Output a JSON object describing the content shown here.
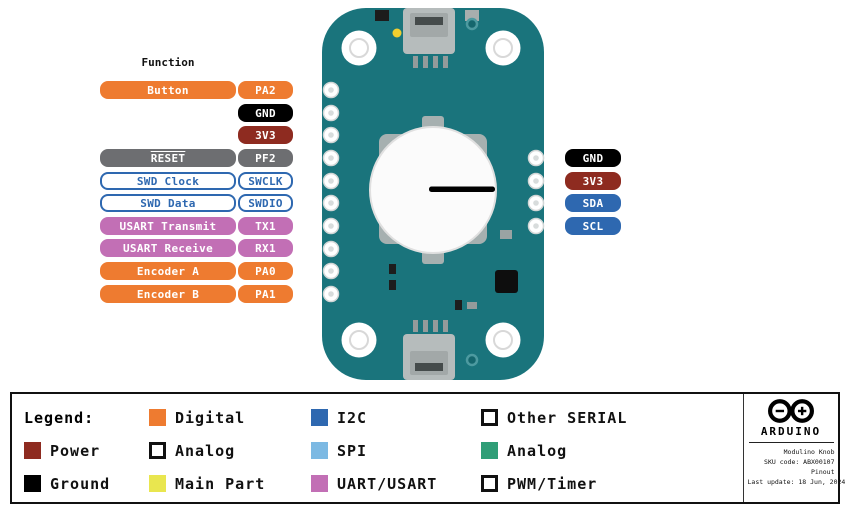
{
  "diagram": {
    "function_header": "Function",
    "left_pins": [
      {
        "function": "Button",
        "pin": "PA2",
        "type": "digital"
      },
      {
        "function": "",
        "pin": "GND",
        "type": "ground"
      },
      {
        "function": "",
        "pin": "3V3",
        "type": "power"
      },
      {
        "function": "RESET",
        "pin": "PF2",
        "type": "control"
      },
      {
        "function": "SWD Clock",
        "pin": "SWCLK",
        "type": "serial-outline"
      },
      {
        "function": "SWD Data",
        "pin": "SWDIO",
        "type": "serial-outline"
      },
      {
        "function": "USART Transmit",
        "pin": "TX1",
        "type": "uart"
      },
      {
        "function": "USART Receive",
        "pin": "RX1",
        "type": "uart"
      },
      {
        "function": "Encoder A",
        "pin": "PA0",
        "type": "digital"
      },
      {
        "function": "Encoder B",
        "pin": "PA1",
        "type": "digital"
      }
    ],
    "right_pins": [
      {
        "pin": "GND",
        "type": "ground"
      },
      {
        "pin": "3V3",
        "type": "power"
      },
      {
        "pin": "SDA",
        "type": "i2c"
      },
      {
        "pin": "SCL",
        "type": "i2c"
      }
    ]
  },
  "legend": {
    "title": "Legend:",
    "items": [
      {
        "label": "Power",
        "style": "filled",
        "color": "#8e2b20"
      },
      {
        "label": "Ground",
        "style": "filled",
        "color": "#000000"
      },
      {
        "label": "Digital",
        "style": "filled",
        "color": "#ee7b30"
      },
      {
        "label": "Analog",
        "style": "outline",
        "color": "#ee7b30"
      },
      {
        "label": "Main Part",
        "style": "filled",
        "color": "#e9e64f"
      },
      {
        "label": "I2C",
        "style": "filled",
        "color": "#2e68b0"
      },
      {
        "label": "SPI",
        "style": "filled",
        "color": "#7cb9e3"
      },
      {
        "label": "UART/USART",
        "style": "filled",
        "color": "#c26fb5"
      },
      {
        "label": "Other SERIAL",
        "style": "outline",
        "color": "#2e68b0"
      },
      {
        "label": "Analog",
        "style": "filled",
        "color": "#2f9e77"
      },
      {
        "label": "PWM/Timer",
        "style": "outline",
        "color": "#2f9e77"
      }
    ]
  },
  "brand": {
    "name": "ARDUINO",
    "product": "Modulino Knob",
    "sku": "SKU code: ABX00107",
    "doc_type": "Pinout",
    "updated": "Last update: 18 Jun, 2024"
  },
  "colors": {
    "board_teal": "#1a747c",
    "digital_orange": "#ee7b30",
    "power_red": "#8e2b20",
    "ground_black": "#000000",
    "control_gray": "#6d6e71",
    "i2c_blue": "#2e68b0",
    "spi_light_blue": "#7cb9e3",
    "uart_pink": "#c26fb5",
    "analog_green": "#2f9e77",
    "main_part_yellow": "#e9e64f"
  }
}
